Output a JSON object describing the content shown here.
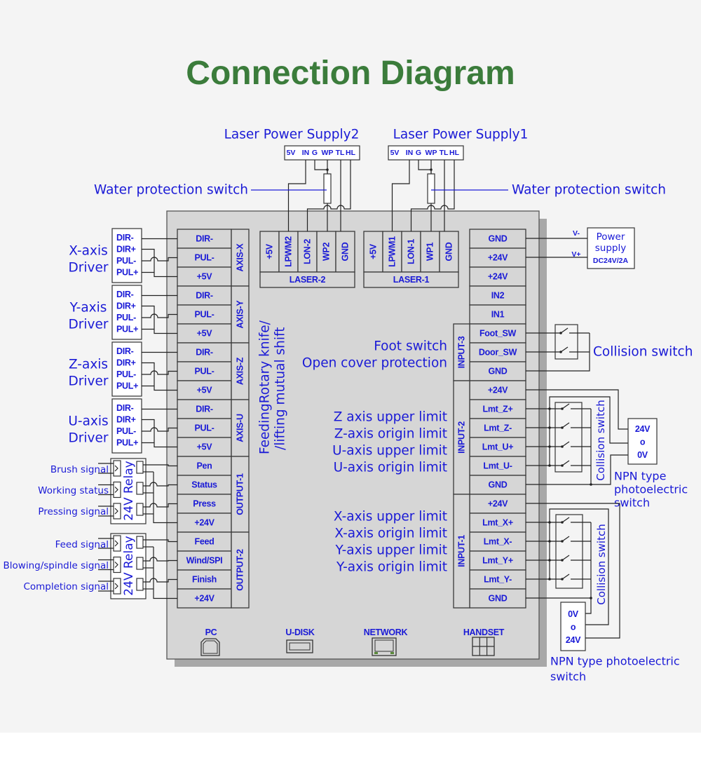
{
  "title": "Connection Diagram",
  "colors": {
    "title": "#3b7c3b",
    "label": "#1a1ad6",
    "board": "#d6d6d6",
    "board_shadow": "#a8a8a8",
    "network_led": "#5a8a3a"
  },
  "laser_supplies": [
    {
      "title": "Laser Power Supply2",
      "pins": [
        "5V",
        "IN",
        "G",
        "WP",
        "TL",
        "HL"
      ]
    },
    {
      "title": "Laser Power Supply1",
      "pins": [
        "5V",
        "IN",
        "G",
        "WP",
        "TL",
        "HL"
      ]
    }
  ],
  "water_switch_labels": [
    "Water protection switch",
    "Water protection switch"
  ],
  "laser_ports": [
    {
      "name": "LASER-2",
      "pins": [
        "+5V",
        "LPWM2",
        "LON-2",
        "WP2",
        "GND"
      ]
    },
    {
      "name": "LASER-1",
      "pins": [
        "+5V",
        "LPWM1",
        "LON-1",
        "WP1",
        "GND"
      ]
    }
  ],
  "left_terminals": [
    {
      "group": "AXIS-X",
      "pins": [
        "DIR-",
        "PUL-",
        "+5V"
      ]
    },
    {
      "group": "AXIS-Y",
      "pins": [
        "DIR-",
        "PUL-",
        "+5V"
      ]
    },
    {
      "group": "AXIS-Z",
      "pins": [
        "DIR-",
        "PUL-",
        "+5V"
      ]
    },
    {
      "group": "AXIS-U",
      "pins": [
        "DIR-",
        "PUL-",
        "+5V"
      ]
    },
    {
      "group": "OUTPUT-1",
      "pins": [
        "Pen",
        "Status",
        "Press",
        "+24V"
      ]
    },
    {
      "group": "OUTPUT-2",
      "pins": [
        "Feed",
        "Wind/SPI",
        "Finish",
        "+24V"
      ]
    }
  ],
  "drivers": [
    {
      "label": [
        "X-axis",
        "Driver"
      ],
      "pins": [
        "DIR-",
        "DIR+",
        "PUL-",
        "PUL+"
      ]
    },
    {
      "label": [
        "Y-axis",
        "Driver"
      ],
      "pins": [
        "DIR-",
        "DIR+",
        "PUL-",
        "PUL+"
      ]
    },
    {
      "label": [
        "Z-axis",
        "Driver"
      ],
      "pins": [
        "DIR-",
        "DIR+",
        "PUL-",
        "PUL+"
      ]
    },
    {
      "label": [
        "U-axis",
        "Driver"
      ],
      "pins": [
        "DIR-",
        "DIR+",
        "PUL-",
        "PUL+"
      ]
    }
  ],
  "relays": [
    {
      "label": "24V Relay",
      "signals": [
        "Brush signal",
        "Working status",
        "Pressing signal"
      ]
    },
    {
      "label": "24V Relay",
      "signals": [
        "Feed signal",
        "Blowing/spindle signal",
        "Completion signal"
      ]
    }
  ],
  "board_note": [
    "FeedingRotary knife/",
    "/lifting  mutual shift"
  ],
  "right_terminals": [
    {
      "group": "",
      "pins": [
        "GND",
        "+24V",
        "+24V",
        "IN2",
        "IN1"
      ]
    },
    {
      "group": "INPUT-3",
      "pins": [
        "Foot_SW",
        "Door_SW",
        "GND"
      ]
    },
    {
      "group": "INPUT-2",
      "pins": [
        "+24V",
        "Lmt_Z+",
        "Lmt_Z-",
        "Lmt_U+",
        "Lmt_U-",
        "GND"
      ]
    },
    {
      "group": "INPUT-1",
      "pins": [
        "+24V",
        "Lmt_X+",
        "Lmt_X-",
        "Lmt_Y+",
        "Lmt_Y-",
        "GND"
      ]
    }
  ],
  "power_supply": {
    "title": [
      "Power",
      "supply"
    ],
    "rating": "DC24V/2A",
    "v_minus": "V-",
    "v_plus": "V+"
  },
  "collision_switch_labels": [
    "Collision switch",
    "Collision switch",
    "Collision switch"
  ],
  "input3_labels": [
    "Foot switch",
    "Open cover protection"
  ],
  "input2_labels": [
    "Z axis upper limit",
    "Z-axis origin limit",
    "U-axis upper limit",
    "U-axis origin limit"
  ],
  "input1_labels": [
    "X-axis upper limit",
    "X-axis origin limit",
    "Y-axis upper limit",
    "Y-axis origin limit"
  ],
  "photo_switch_1": {
    "pins": [
      "24V",
      "o",
      "0V"
    ],
    "label": [
      "NPN type",
      "photoelectric",
      "switch"
    ]
  },
  "photo_switch_2": {
    "pins": [
      "0V",
      "o",
      "24V"
    ],
    "label": [
      "NPN type photoelectric",
      "switch"
    ]
  },
  "ports": [
    {
      "label": "PC",
      "icon": "usb-b-port-icon"
    },
    {
      "label": "U-DISK",
      "icon": "usb-a-port-icon"
    },
    {
      "label": "NETWORK",
      "icon": "ethernet-port-icon"
    },
    {
      "label": "HANDSET",
      "icon": "handset-port-icon"
    }
  ]
}
